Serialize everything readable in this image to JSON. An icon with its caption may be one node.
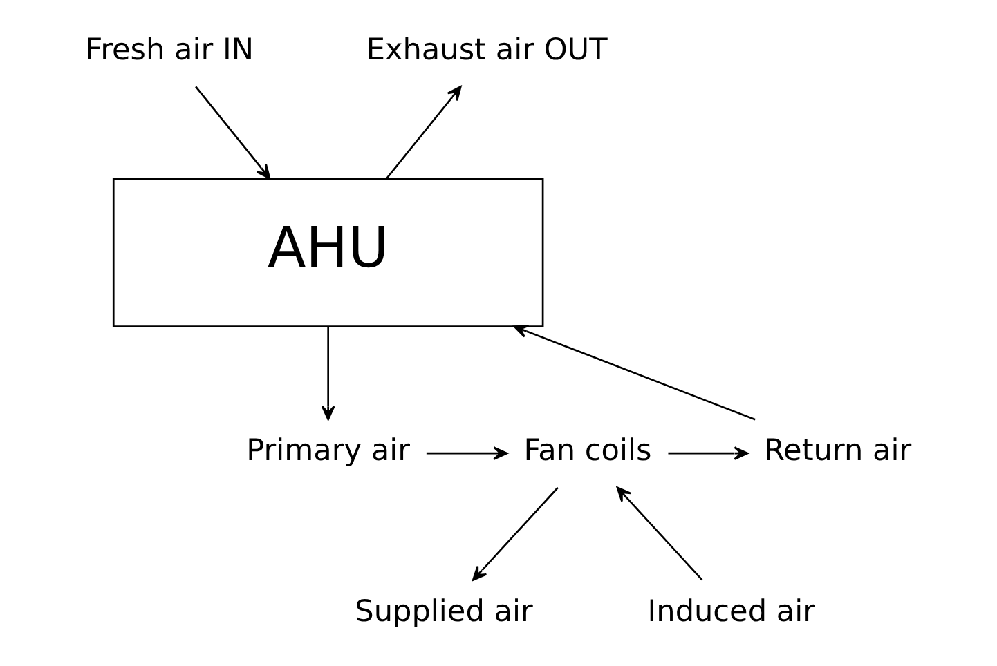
{
  "diagram": {
    "nodes": [
      {
        "text": [
          "Fresh air IN"
        ]
      },
      {
        "text": [
          "Exhaust air OUT"
        ]
      },
      {
        "text": [
          "AHU"
        ]
      },
      {
        "text": [
          "Primary air"
        ]
      },
      {
        "text": [
          "Fan coils"
        ]
      },
      {
        "text": [
          "Return air"
        ]
      },
      {
        "text": [
          "Supplied air"
        ]
      },
      {
        "text": [
          "Induced air"
        ]
      }
    ],
    "edges": [
      {
        "from": 0,
        "to": 2,
        "arrow": "to"
      },
      {
        "from": 2,
        "to": 1,
        "arrow": "to"
      },
      {
        "from": 2,
        "to": 3,
        "arrow": "to"
      },
      {
        "from": 3,
        "to": 4,
        "arrow": "to"
      },
      {
        "from": 4,
        "to": 5,
        "arrow": "to"
      },
      {
        "from": 5,
        "to": 2,
        "arrow": "to"
      },
      {
        "from": 4,
        "to": 6,
        "arrow": "to"
      },
      {
        "from": 7,
        "to": 4,
        "arrow": "to"
      }
    ]
  }
}
